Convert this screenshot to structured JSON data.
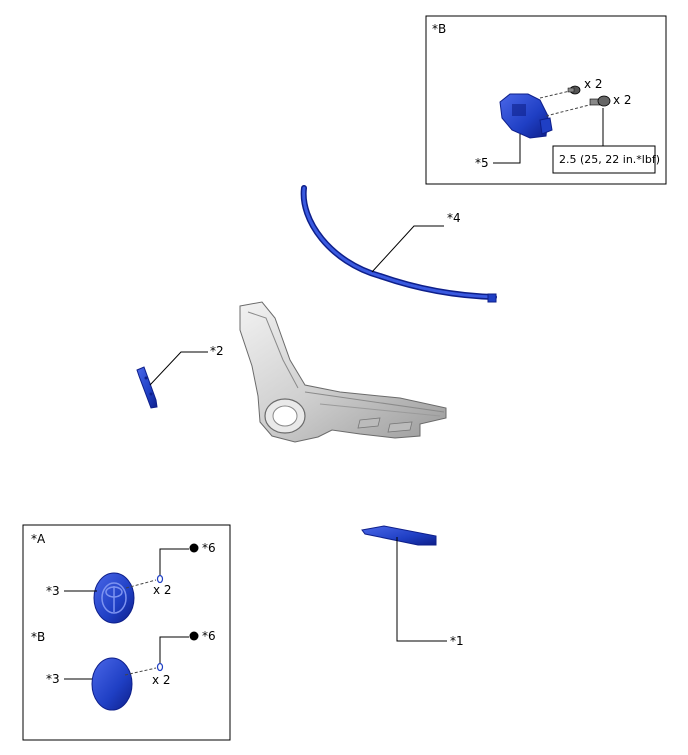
{
  "insets": {
    "top_right": {
      "label": "*B",
      "callouts": [
        {
          "id": "5",
          "label": "*5"
        }
      ],
      "qty_small_screw": "x 2",
      "qty_bolt": "x 2",
      "torque": "2.5 (25, 22 in.*lbf)"
    },
    "bottom_left": {
      "label_a": "*A",
      "label_b": "*B",
      "row_a": {
        "part_label": "*3",
        "clip_label": "*6",
        "qty": "x 2"
      },
      "row_b": {
        "part_label": "*3",
        "clip_label": "*6",
        "qty": "x 2"
      }
    }
  },
  "callouts": {
    "c1": "*1",
    "c2": "*2",
    "c4": "*4"
  },
  "colors": {
    "part_blue": "#1f3fc4",
    "part_blue_dark": "#0e1f8a",
    "grille_grey": "#cfcfcf",
    "line": "#000000"
  }
}
